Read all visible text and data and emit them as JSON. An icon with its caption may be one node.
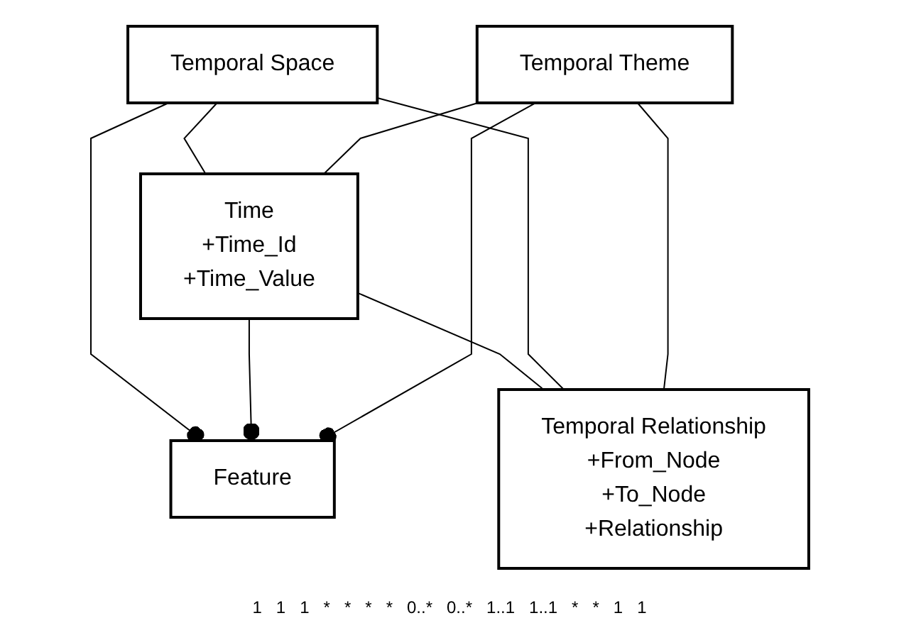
{
  "diagram": {
    "nodes": [
      {
        "text": [
          "Feature"
        ]
      },
      {
        "text": [
          "Temporal Space"
        ]
      },
      {
        "text": [
          "Temporal Theme"
        ]
      },
      {
        "text": [
          "Time",
          "+Time_Id",
          "+Time_Value"
        ]
      },
      {
        "text": [
          "Temporal Relationship",
          "+From_Node",
          "+To_Node",
          "+Relationship"
        ]
      }
    ],
    "edges": [
      {
        "from": 0,
        "to": 1,
        "arrow": "other"
      },
      {
        "from": 0,
        "to": 3,
        "arrow": "other"
      },
      {
        "from": 0,
        "to": 2,
        "arrow": "other"
      },
      {
        "from": 1,
        "to": 3,
        "arrow": "none"
      },
      {
        "from": 2,
        "to": 3,
        "arrow": "none"
      },
      {
        "from": 3,
        "to": 4,
        "arrow": "none"
      },
      {
        "from": 1,
        "to": 4,
        "arrow": "none"
      },
      {
        "from": 2,
        "to": 4,
        "arrow": "none"
      }
    ],
    "labels": [
      "1",
      "1",
      "1",
      "*",
      "*",
      "*",
      "*",
      "0..*",
      "0..*",
      "1..1",
      "1..1",
      "*",
      "*",
      "1",
      "1"
    ]
  }
}
